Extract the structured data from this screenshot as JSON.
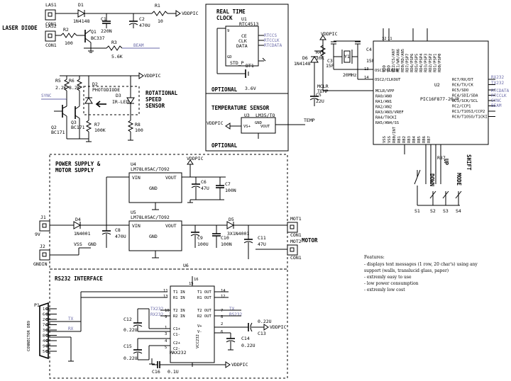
{
  "sections": {
    "laser": "LASER DIODE",
    "rtc": [
      "REAL TIME",
      "CLOCK"
    ],
    "rtc_opt": "OPTIONAL",
    "rot": [
      "ROTATIONAL",
      "SPEED",
      "SENSOR"
    ],
    "temp": "TEMPERATURE SENSOR",
    "temp_opt": "OPTIONAL",
    "power": [
      "POWER SUPPLY &",
      "MOTOR SUPPLY"
    ],
    "motor": "MOTOR",
    "rs232": "RS232 INTERFACE"
  },
  "nets": {
    "vddpic": "VDDPIC",
    "sync": "SYNC",
    "beam": "BEAM",
    "temp": "TEMP",
    "mclr": "MCLR",
    "tx": "TX",
    "rx": "RX",
    "vss": "VSS",
    "gnd": "GND",
    "rtcdata": "RTCDATA",
    "rtcclk": "RTCCLK",
    "rtccs": "RTCCS",
    "rs232": "RS232",
    "tx232": "TX232",
    "rx232": "RX232"
  },
  "parts": {
    "las1": "LAS1",
    "con1": "CON1",
    "d1": "D1",
    "d1v": "1N4148",
    "c1": "C1",
    "c1v": "220N",
    "c2": "C2",
    "c2v": "470U",
    "r1": "R1",
    "r1v": "10",
    "las2": "LAS2",
    "r2": "R2",
    "r2v": "100",
    "q1": "Q1",
    "q1v": "BC337",
    "r3": "R3",
    "r3v": "5.6K",
    "r5": "R5",
    "r5v": "2.2K",
    "r6": "R6",
    "r6v": "8.2K",
    "d2": "D2",
    "d2v": "PHOTODIODE",
    "d3": "D3",
    "d3v": "IR-LED",
    "q2": "Q2",
    "q2v": "BC171",
    "q3": "Q3",
    "q3v": "BC171",
    "r7": "R7",
    "r7v": "100K",
    "r8": "R8",
    "r8v": "100",
    "u1": "U1",
    "u1v": "RTC4513",
    "bt1": "BT1",
    "bt1v": "3.6V",
    "ce": "CE",
    "clk": "CLK",
    "data": "DATA",
    "std": "STD_P",
    "u3": "U3",
    "u3v": "LM35/TO",
    "vsp": "VS+",
    "vout": "VOUT",
    "d6": "D6",
    "d6v": "1N4148",
    "r4": "R4",
    "r4v": "10K",
    "c3": "C3",
    "c3v": "15P",
    "c4": "C4",
    "c4v": "15P",
    "y1": "Y1",
    "y1v": "20MHz",
    "c5": "C5",
    "c5v": "22U",
    "u2": "U2",
    "u2v": "PIC16F877-20/P",
    "u4": "U4",
    "u4v": "LM78L05AC/TO92",
    "u5": "U5",
    "u5v": "LM78L05AC/TO92",
    "vin": "VIN",
    "c6": "C6",
    "c6v": "47U",
    "c7": "C7",
    "c7v": "100N",
    "j1": "J1",
    "j1v": "9V",
    "d4": "D4",
    "d4v": "1N4001",
    "c8": "C8",
    "c8v": "470U",
    "c9": "C9",
    "c9v": "100U",
    "c10": "C10",
    "c10v": "100N",
    "d5": "D5",
    "d5v": "3X1N4001",
    "c11": "C11",
    "c11v": "47U",
    "j2": "J2",
    "j2v": "GNDIN",
    "mot1": "MOT1",
    "mot2": "MOT2",
    "u6": "U6",
    "u6v": "MAX232",
    "p1": "P1",
    "p1v": "CONNECTOR DB9",
    "c12": "C12",
    "c13": "C13",
    "c14": "C14",
    "c15": "C15",
    "c16": "C16",
    "cv": "0.22U",
    "c16v": "0.1U",
    "s1": "S1",
    "s2": "S2",
    "s3": "S3",
    "s4": "S4",
    "down": "DOWN",
    "up": "UP",
    "mode": "MODE",
    "shift": "SHIFT",
    "r87": "R87"
  },
  "pic_left_pins": [
    "MCLR/VPP",
    "RA0/AN0",
    "RA1/AN1",
    "RA2/AN2",
    "RA3/AN3/VREF",
    "RA4/T0CKI",
    "RA5/AN4/SS"
  ],
  "pic_right_pins": [
    "RC7/RX/DT",
    "RC6/TX/CK",
    "RC5/SDO",
    "RC4/SDI/SDA",
    "RC3/SCK/SCL",
    "RC2/CCP1",
    "RC1/T1OSI/CCP2",
    "RC0/T1OSO/T1CKI"
  ],
  "pic_top_pins": [
    "VDD",
    "VDD",
    "RE2/CS/AN7",
    "RE1/WR/AN6",
    "RE0/RD/AN5",
    "RD7/PSP7",
    "RD6/PSP6",
    "RD5/PSP5",
    "RD4/PSP4",
    "RD3/PSP3",
    "RD2/PSP2",
    "RD1/PSP1",
    "RD0/PSP0"
  ],
  "pic_bottom_pins": [
    "VSS",
    "VSS",
    "RB0/INT",
    "RB1",
    "RB2",
    "RB3",
    "RB4",
    "RB5",
    "RB6",
    "RB7"
  ],
  "max232_left_pins": [
    "T1 IN",
    "R1 IN",
    "T2 IN",
    "R2 IN",
    "C1+",
    "C1-",
    "C2+",
    "C2-"
  ],
  "max232_right_pins": [
    "T1 OUT",
    "R1 OUT",
    "T2 OUT",
    "R2 OUT",
    "V+",
    "V-"
  ],
  "features": {
    "title": "Features:",
    "items": [
      "- displays text messages (1 row, 20 char's) using any",
      "  support (walls, translucid glass, paper)",
      "- extremly easy to use",
      "- low power consumption",
      "- extremly low cost"
    ]
  }
}
